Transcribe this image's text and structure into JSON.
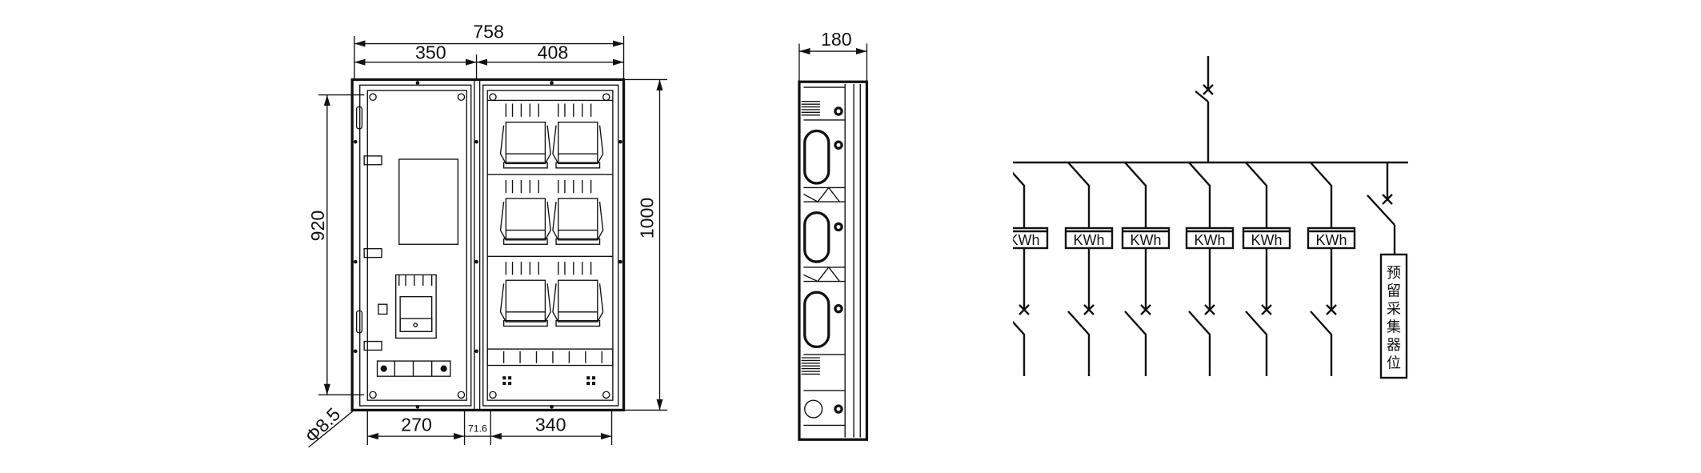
{
  "front_view": {
    "dims": {
      "overall_width": "758",
      "left_width": "350",
      "right_width": "408",
      "mount_height": "920",
      "overall_height": "1000",
      "left_mount": "270",
      "gap": "71.6",
      "right_mount": "340",
      "hole": "Φ8.5"
    }
  },
  "side_view": {
    "dims": {
      "depth": "180"
    }
  },
  "schematic": {
    "meter_label": "KWh",
    "meter_count": 6,
    "reserved_box": [
      "预",
      "留",
      "采",
      "集",
      "器",
      "位"
    ]
  },
  "colors": {
    "line": "#111111",
    "background": "#ffffff"
  }
}
